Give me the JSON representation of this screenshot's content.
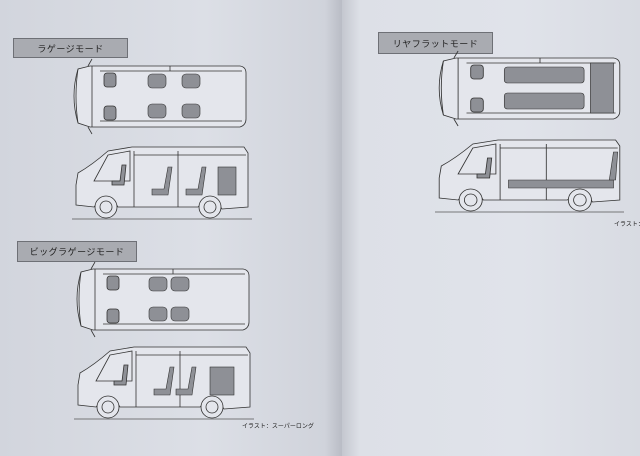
{
  "left_page": {
    "sections": [
      {
        "title": "ラゲージモード"
      },
      {
        "title": "ビッグラゲージモード"
      }
    ],
    "caption": "イラスト：スーパーロング"
  },
  "right_page": {
    "sections": [
      {
        "title": "リヤフラットモード"
      }
    ],
    "caption": "イラスト："
  }
}
